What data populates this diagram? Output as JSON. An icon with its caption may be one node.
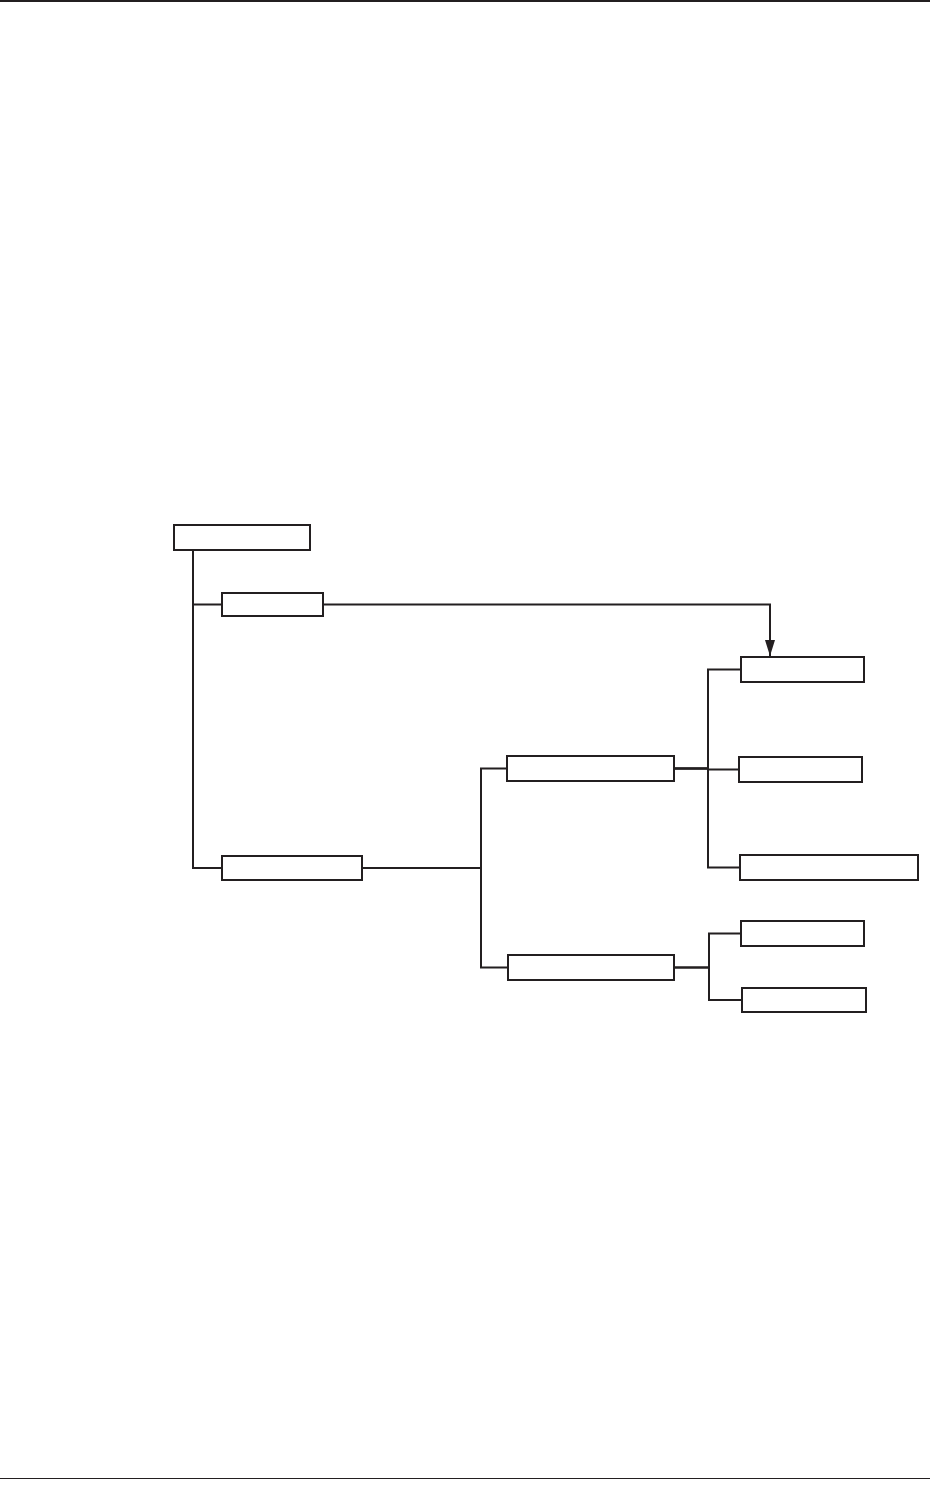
{
  "diagram": {
    "nodes": [
      {
        "text": [],
        "shape": "box"
      },
      {
        "text": [],
        "shape": "box"
      },
      {
        "text": [],
        "shape": "box"
      },
      {
        "text": [],
        "shape": "box"
      },
      {
        "text": [],
        "shape": "box"
      },
      {
        "text": [],
        "shape": "box"
      },
      {
        "text": [],
        "shape": "box"
      },
      {
        "text": [],
        "shape": "box"
      },
      {
        "text": [],
        "shape": "box"
      },
      {
        "text": [],
        "shape": "box"
      }
    ],
    "edges": [
      {
        "from": 0,
        "to": 1,
        "arrow": "none"
      },
      {
        "from": 0,
        "to": 5,
        "arrow": "none"
      },
      {
        "from": 1,
        "to": 2,
        "arrow": "to"
      },
      {
        "from": 5,
        "to": 3,
        "arrow": "none"
      },
      {
        "from": 5,
        "to": 8,
        "arrow": "none"
      },
      {
        "from": 3,
        "to": 2,
        "arrow": "none"
      },
      {
        "from": 3,
        "to": 4,
        "arrow": "none"
      },
      {
        "from": 3,
        "to": 6,
        "arrow": "none"
      },
      {
        "from": 8,
        "to": 7,
        "arrow": "none"
      },
      {
        "from": 8,
        "to": 9,
        "arrow": "none"
      }
    ]
  }
}
